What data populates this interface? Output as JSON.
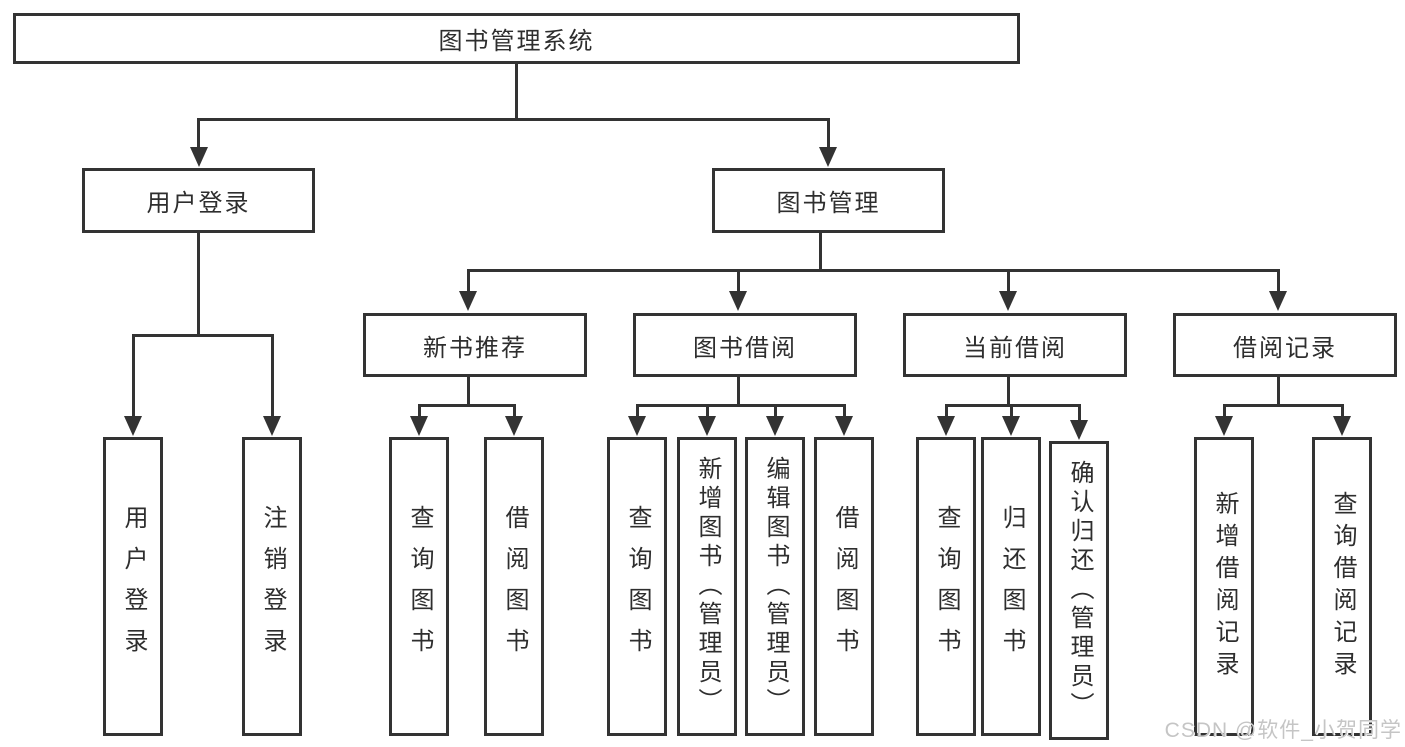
{
  "diagram_type": "hierarchy-tree",
  "colors": {
    "line": "#333333",
    "text": "#2e2e2e",
    "background": "#ffffff",
    "watermark_text_color": "#c5c5c5"
  },
  "tree": {
    "root": {
      "label": "图书管理系统"
    },
    "branches": [
      {
        "label": "用户登录",
        "leaves": [
          "用户登录",
          "注销登录"
        ]
      },
      {
        "label": "图书管理",
        "groups": [
          {
            "label": "新书推荐",
            "leaves": [
              "查询图书",
              "借阅图书"
            ]
          },
          {
            "label": "图书借阅",
            "leaves": [
              "查询图书",
              "新增图书（管理员）",
              "编辑图书（管理员）",
              "借阅图书"
            ]
          },
          {
            "label": "当前借阅",
            "leaves": [
              "查询图书",
              "归还图书",
              "确认归还（管理员）"
            ]
          },
          {
            "label": "借阅记录",
            "leaves": [
              "新增借阅记录",
              "查询借阅记录"
            ]
          }
        ]
      }
    ]
  },
  "watermark": {
    "text": "CSDN @软件_小贺同学"
  }
}
